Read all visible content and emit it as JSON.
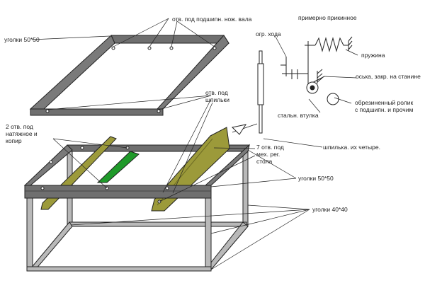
{
  "colors": {
    "frame_dark": "#6f6f6f",
    "frame_light": "#b9b9b9",
    "bracket": "#9c9a3a",
    "bracket_green": "#1f9a2a",
    "line": "#222222"
  },
  "labels": {
    "top_angle": "уголки 50*50",
    "bearing_holes": "отв. под подшипн. нож. вала",
    "approx_sketch": "примерно прикинное",
    "travel_limit": "огр. хода",
    "spring": "пружина",
    "axle_fixed": "оськa, закр. на станине",
    "stud_holes_1": "отв. под",
    "stud_holes_2": "шпильки",
    "roller_1": "обрезиненный ролик",
    "roller_2": "с подшипн. и прочим",
    "steel_sleeve": "стальн. втулка",
    "holes_tension_1": "2 отв. под",
    "holes_tension_2": "натяжное и",
    "holes_tension_3": "копир",
    "studs_four": "шпилька. их четыре.",
    "holes_table_1": "7 отв. под",
    "holes_table_2": "мех. рег.",
    "holes_table_3": "стола",
    "angle_50": "уголки 50*50",
    "angle_40": "уголки 40*40"
  }
}
